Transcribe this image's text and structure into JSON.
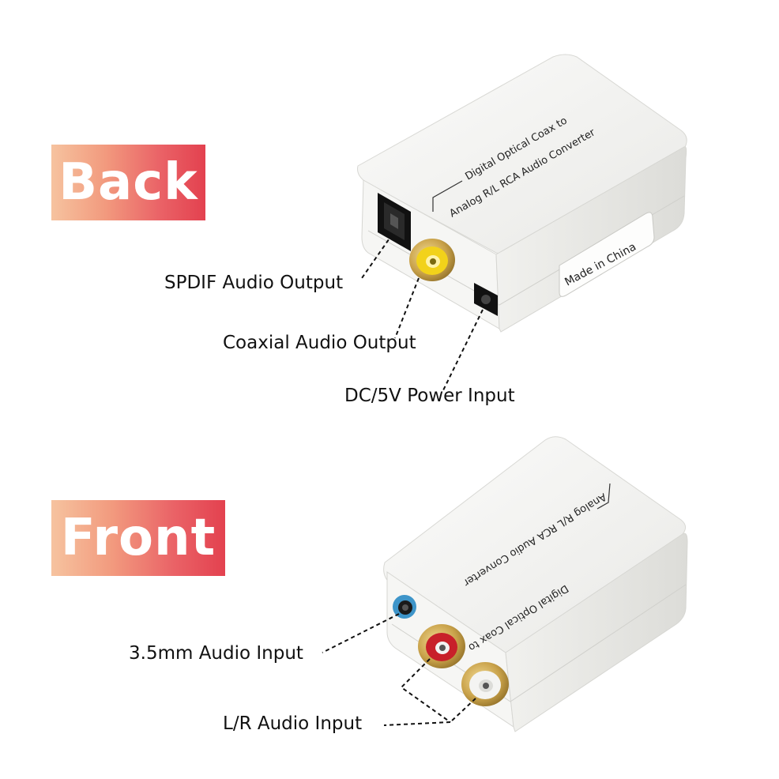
{
  "badges": {
    "back": "Back",
    "front": "Front"
  },
  "back_device": {
    "printed_line1": "Digital Optical Coax to",
    "printed_line2": "Analog R/L RCA Audio Converter",
    "sticker": "Made in China"
  },
  "front_device": {
    "printed_line1": "Digital Optical Coax to",
    "printed_line2": "Analog R/L RCA Audio Converter"
  },
  "callouts": {
    "spdif": "SPDIF Audio Output",
    "coax": "Coaxial Audio Output",
    "dc": "DC/5V Power Input",
    "aux": "3.5mm Audio Input",
    "lr": "L/R Audio Input"
  },
  "colors": {
    "badge_start": "#f6c39f",
    "badge_end": "#e3414f",
    "device_body": "#f3f3f1",
    "rca_gold": "#c9a24a",
    "coax_yellow": "#f2d21a",
    "rca_red": "#c8202a",
    "aux_blue": "#3e95c9"
  }
}
